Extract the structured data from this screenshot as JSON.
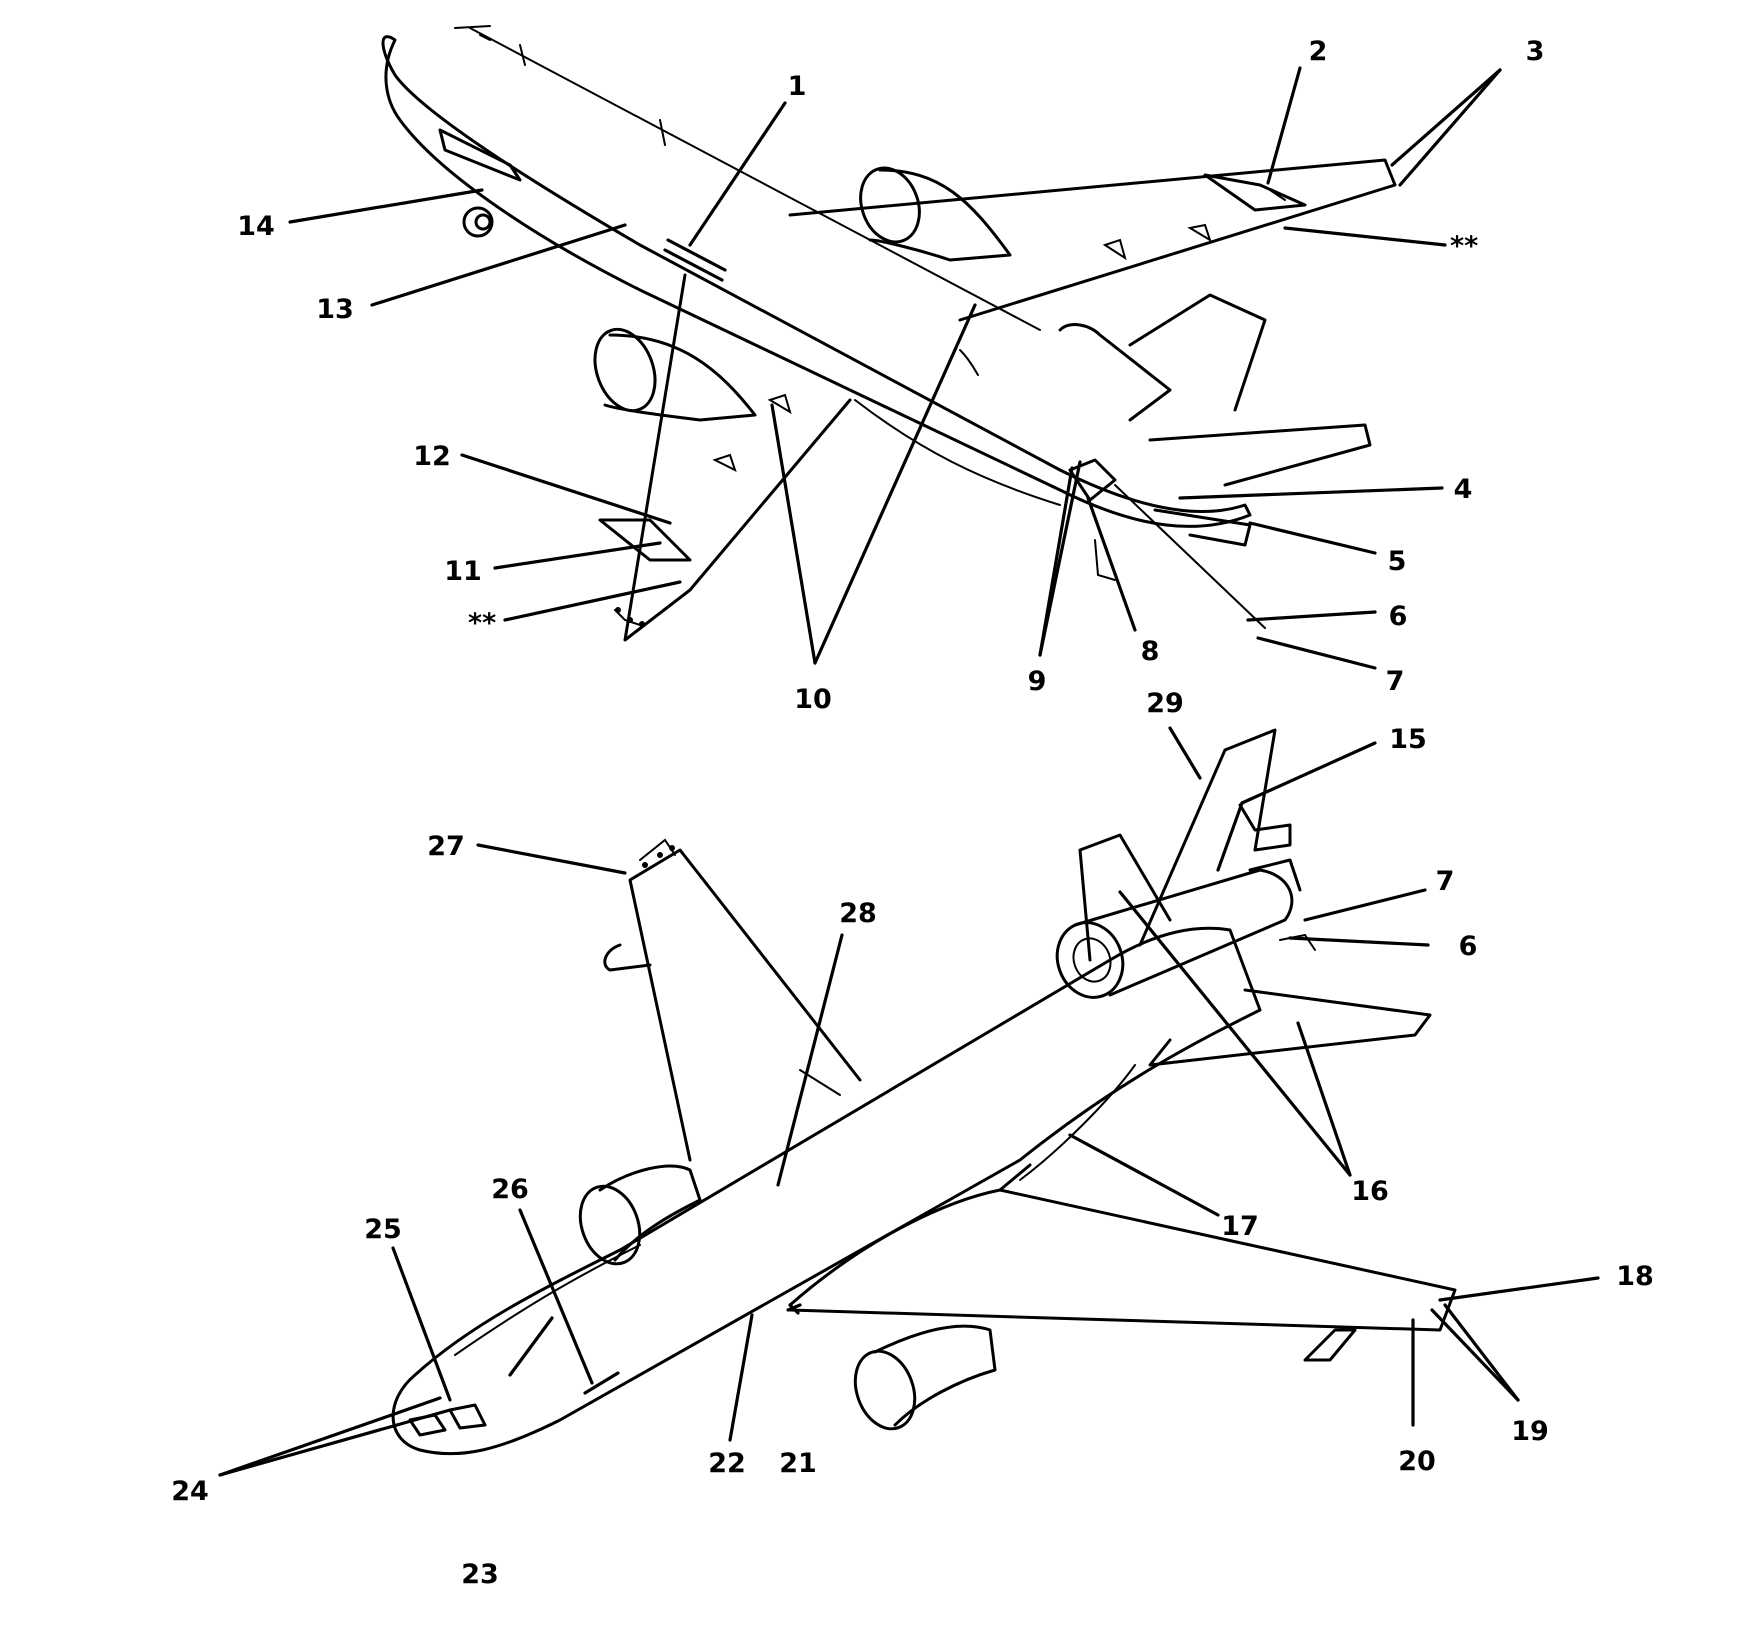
{
  "callouts": {
    "c1": "1",
    "c2": "2",
    "c3": "3",
    "c4": "4",
    "c5": "5",
    "c6a": "6",
    "c7a": "7",
    "c8": "8",
    "c9": "9",
    "c10": "10",
    "c11": "11",
    "c12": "12",
    "c13": "13",
    "c14": "14",
    "c15": "15",
    "c16": "16",
    "c17": "17",
    "c18": "18",
    "c19": "19",
    "c20": "20",
    "c21": "21",
    "c22": "22",
    "c23": "23",
    "c24": "24",
    "c25": "25",
    "c26": "26",
    "c27": "27",
    "c28": "28",
    "c29": "29",
    "c6b": "6",
    "c7b": "7",
    "star_right": "**",
    "star_left": "**"
  },
  "palette": {
    "line": "#000000",
    "background": "#ffffff"
  }
}
